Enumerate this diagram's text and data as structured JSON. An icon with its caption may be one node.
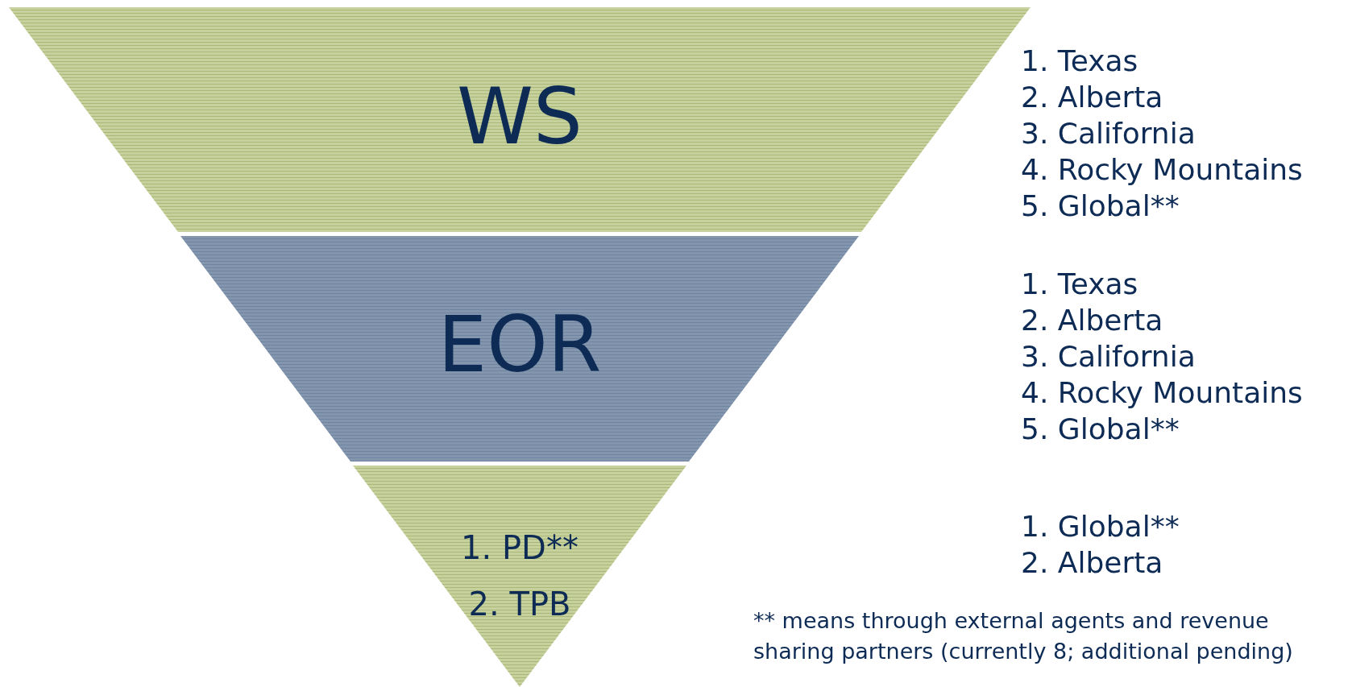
{
  "diagram": {
    "nodes": [
      {
        "text": [
          "WS"
        ],
        "beside": [
          "1. Texas",
          "2. Alberta",
          "3. California",
          "4. Rocky Mountains",
          "5. Global**"
        ]
      },
      {
        "text": [
          "EOR"
        ],
        "beside": [
          "1. Texas",
          "2. Alberta",
          "3. California",
          "4. Rocky Mountains",
          "5. Global**"
        ]
      },
      {
        "text": [
          "1. PD**",
          "2. TPB"
        ],
        "beside": [
          "1. Global**",
          "2. Alberta"
        ]
      }
    ],
    "labels": [
      "** means through external agents and revenue sharing partners (currently 8; additional pending)"
    ]
  }
}
